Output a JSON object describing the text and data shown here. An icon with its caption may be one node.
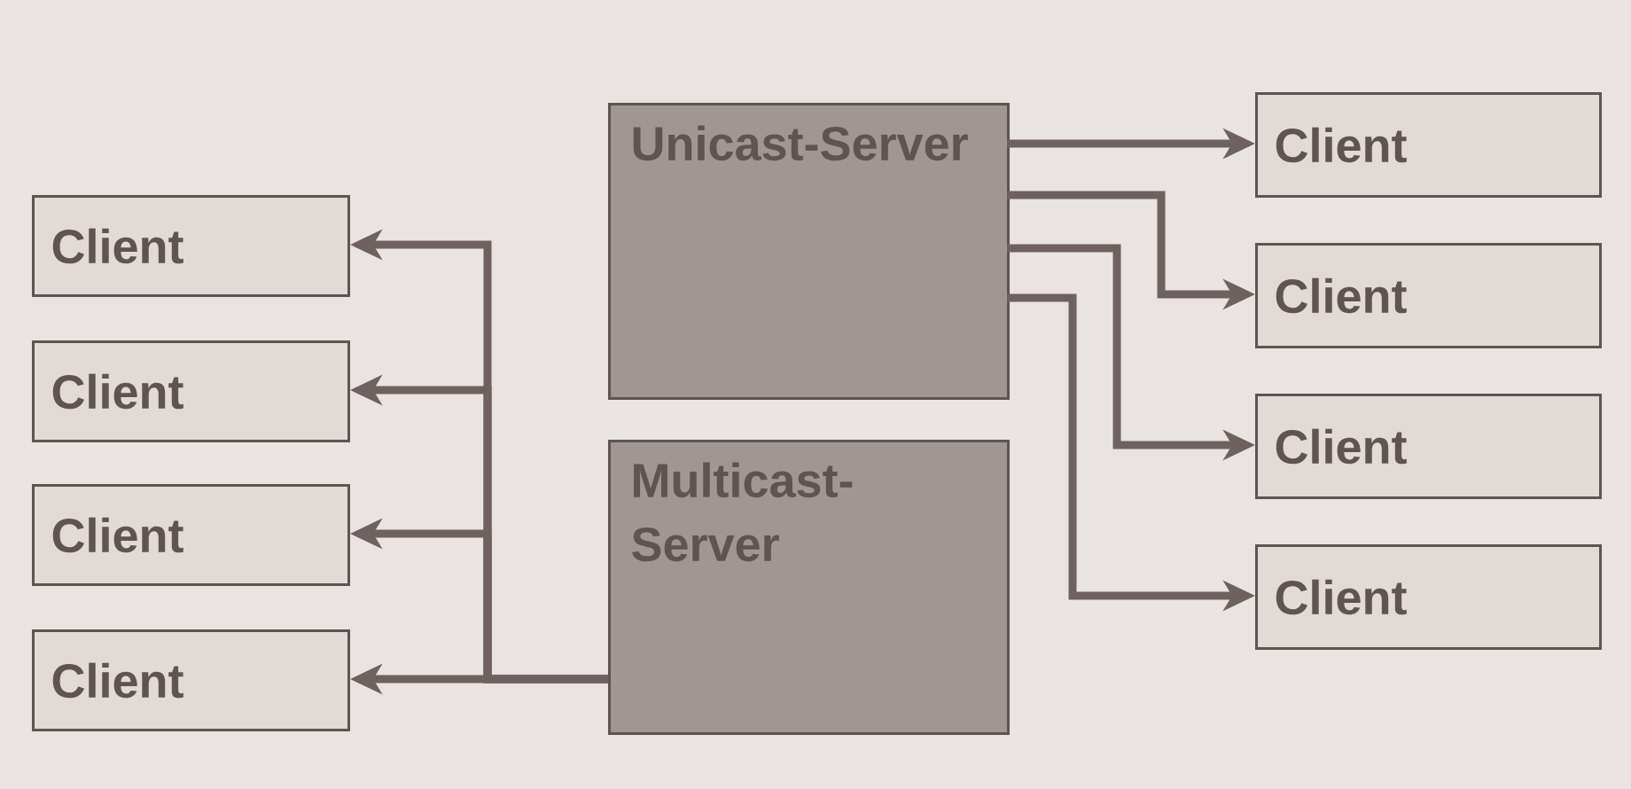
{
  "diagram": {
    "nodes": [
      {
        "text": [
          "Unicast-Server"
        ]
      },
      {
        "text": [
          "Multicast-Server"
        ]
      },
      {
        "text": [
          "Client"
        ]
      },
      {
        "text": [
          "Client"
        ]
      },
      {
        "text": [
          "Client"
        ]
      },
      {
        "text": [
          "Client"
        ]
      },
      {
        "text": [
          "Client"
        ]
      },
      {
        "text": [
          "Client"
        ]
      },
      {
        "text": [
          "Client"
        ]
      },
      {
        "text": [
          "Client"
        ]
      }
    ],
    "edges": [
      {
        "from": 0,
        "to": 6,
        "arrow": "to"
      },
      {
        "from": 0,
        "to": 7,
        "arrow": "to"
      },
      {
        "from": 0,
        "to": 8,
        "arrow": "to"
      },
      {
        "from": 0,
        "to": 9,
        "arrow": "to"
      },
      {
        "from": 1,
        "to": 2,
        "arrow": "to"
      },
      {
        "from": 1,
        "to": 3,
        "arrow": "to"
      },
      {
        "from": 1,
        "to": 4,
        "arrow": "to"
      },
      {
        "from": 1,
        "to": 5,
        "arrow": "to"
      }
    ]
  }
}
